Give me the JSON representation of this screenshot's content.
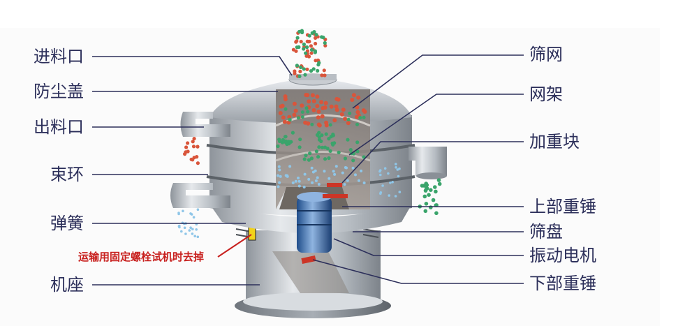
{
  "title": "",
  "left_labels": {
    "feed_inlet": "进料口",
    "dust_cover": "防尘盖",
    "discharge_outlet": "出料口",
    "clamp_ring": "束环",
    "spring": "弹簧"
  },
  "right_labels": {
    "screen_mesh": "筛网",
    "mesh_frame": "网架",
    "weight_block": "加重块",
    "upper_weight": "上部重锤",
    "screen_tray": "筛盘",
    "vibration_motor": "振动电机",
    "lower_weight": "下部重锤"
  },
  "warning_note": "运输用固定螺栓试机时去掉",
  "bottom_labels": {
    "base": "机座"
  },
  "colors": {
    "label_text": "#2c2f5a",
    "warning_text": "#c8201e",
    "leader_line": "#2c2f5a",
    "machine_steel": "#b9bec4",
    "particle_red": "#d9553b",
    "particle_green": "#3aa46b",
    "particle_blue": "#8fc6e8",
    "motor_blue": "#3a6fb0",
    "bolt_yellow": "#f2d21a"
  }
}
